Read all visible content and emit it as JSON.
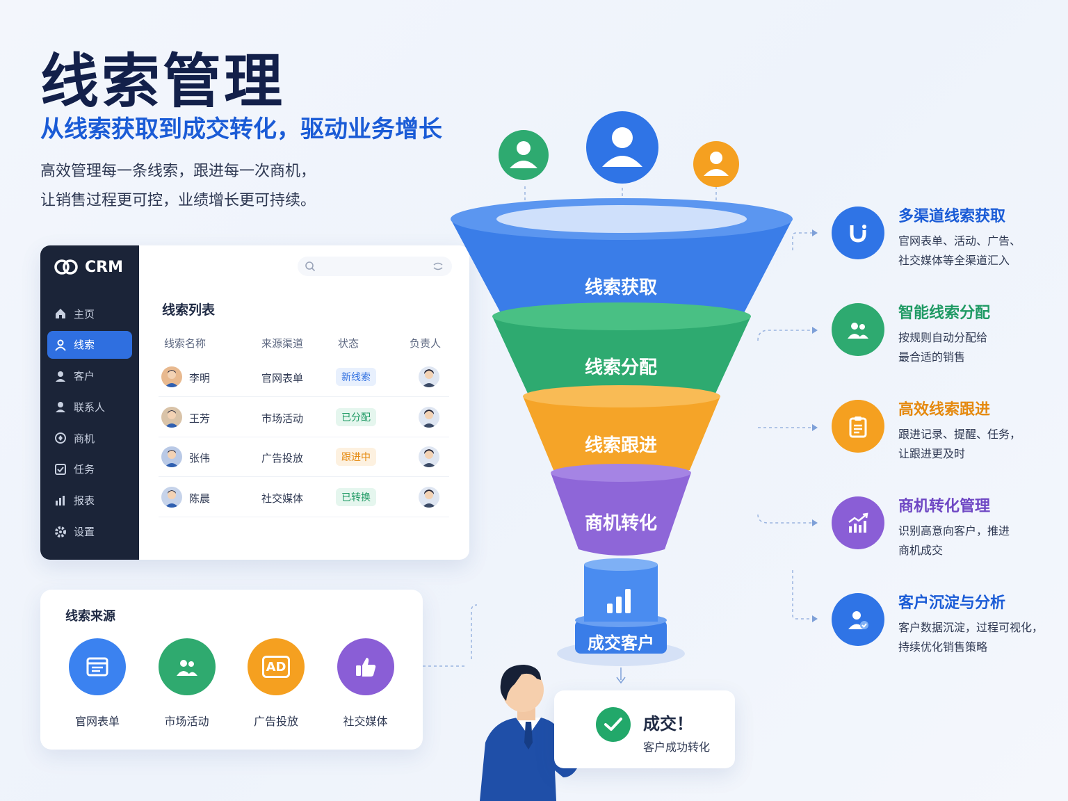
{
  "hero": {
    "title": "线索管理",
    "subtitle": "从线索获取到成交转化，驱动业务增长",
    "desc_line1": "高效管理每一条线索，跟进每一次商机，",
    "desc_line2": "让销售过程更可控，业绩增长更可持续。"
  },
  "crm": {
    "logo_text": "CRM",
    "nav": [
      {
        "label": "主页",
        "icon": "home-icon"
      },
      {
        "label": "线索",
        "icon": "user-icon",
        "active": true
      },
      {
        "label": "客户",
        "icon": "customer-icon"
      },
      {
        "label": "联系人",
        "icon": "contact-icon"
      },
      {
        "label": "商机",
        "icon": "opportunity-icon"
      },
      {
        "label": "任务",
        "icon": "task-icon"
      },
      {
        "label": "报表",
        "icon": "chart-icon"
      },
      {
        "label": "设置",
        "icon": "gear-icon"
      }
    ],
    "list_title": "线索列表",
    "columns": [
      "线索名称",
      "来源渠道",
      "状态",
      "负责人"
    ],
    "rows": [
      {
        "name": "李明",
        "source": "官网表单",
        "status": "新线索",
        "status_color": "#2f6fe0",
        "status_bg": "#e8f0fd"
      },
      {
        "name": "王芳",
        "source": "市场活动",
        "status": "已分配",
        "status_color": "#1f9a64",
        "status_bg": "#e5f6ee"
      },
      {
        "name": "张伟",
        "source": "广告投放",
        "status": "跟进中",
        "status_color": "#e58a10",
        "status_bg": "#fdf1e0"
      },
      {
        "name": "陈晨",
        "source": "社交媒体",
        "status": "已转换",
        "status_color": "#1f9a64",
        "status_bg": "#e5f6ee"
      }
    ]
  },
  "sources": {
    "title": "线索来源",
    "items": [
      {
        "label": "官网表单",
        "color": "#3b82f0",
        "icon": "form-icon"
      },
      {
        "label": "市场活动",
        "color": "#2faa6f",
        "icon": "group-icon"
      },
      {
        "label": "广告投放",
        "color": "#f5a020",
        "icon": "ad-icon",
        "icon_text": "AD"
      },
      {
        "label": "社交媒体",
        "color": "#8a5ed6",
        "icon": "thumbs-up-icon"
      }
    ]
  },
  "funnel": {
    "stages": [
      {
        "label": "线索获取",
        "color": "#3a7de8"
      },
      {
        "label": "线索分配",
        "color": "#2eaa70"
      },
      {
        "label": "线索跟进",
        "color": "#f5a428"
      },
      {
        "label": "商机转化",
        "color": "#8e66d8"
      }
    ],
    "bottom_label": "成交客户",
    "top_people_colors": [
      "#2eaa70",
      "#2f74e6",
      "#f5a020"
    ]
  },
  "features": [
    {
      "title": "多渠道线索获取",
      "desc1": "官网表单、活动、广告、",
      "desc2": "社交媒体等全渠道汇入",
      "color": "#2f74e6",
      "title_color": "#1a5bd6",
      "icon": "magnet-icon"
    },
    {
      "title": "智能线索分配",
      "desc1": "按规则自动分配给",
      "desc2": "最合适的销售",
      "color": "#2eaa70",
      "title_color": "#1f9a64",
      "icon": "team-icon"
    },
    {
      "title": "高效线索跟进",
      "desc1": "跟进记录、提醒、任务，",
      "desc2": "让跟进更及时",
      "color": "#f5a020",
      "title_color": "#e58a10",
      "icon": "clipboard-icon"
    },
    {
      "title": "商机转化管理",
      "desc1": "识别高意向客户，推进",
      "desc2": "商机成交",
      "color": "#8a5ed6",
      "title_color": "#6f48c4",
      "icon": "trend-chart-icon"
    },
    {
      "title": "客户沉淀与分析",
      "desc1": "客户数据沉淀，过程可视化，",
      "desc2": "持续优化销售策略",
      "color": "#2f74e6",
      "title_color": "#1a5bd6",
      "icon": "customer-analysis-icon"
    }
  ],
  "deal": {
    "title": "成交！",
    "subtitle": "客户成功转化"
  }
}
